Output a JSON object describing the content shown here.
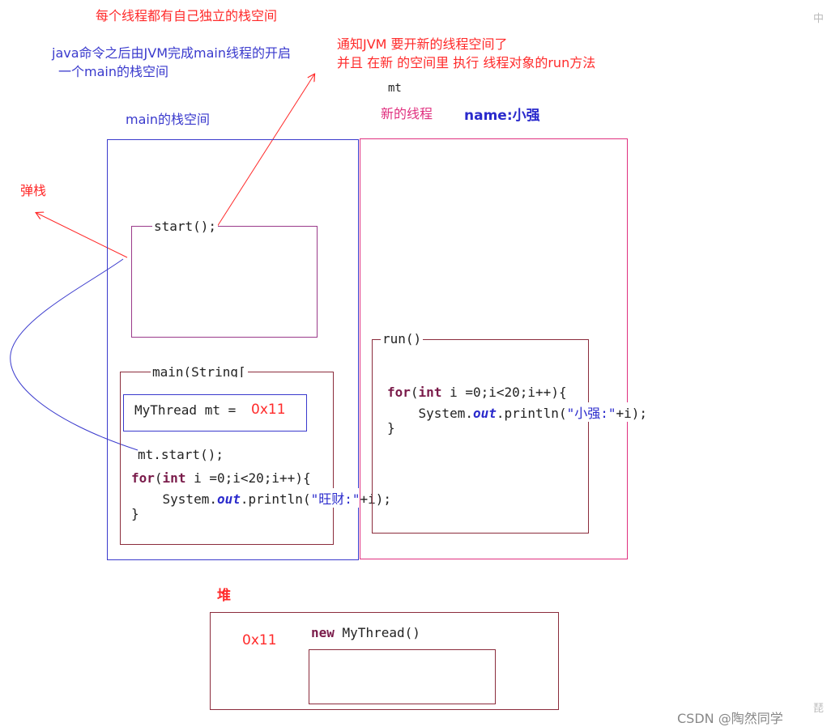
{
  "annotations": {
    "per_thread_stack": "每个线程都有自己独立的栈空间",
    "jvm_main_line1": "java命令之后由JVM完成main线程的开启",
    "jvm_main_line2": "一个main的栈空间",
    "notify_line1": "通知JVM 要开新的线程空间了",
    "notify_line2": "并且 在新 的空间里 执行 线程对象的run方法",
    "pop_stack": "弹栈"
  },
  "main_stack": {
    "title": "main的栈空间",
    "start_frame_label": "start();",
    "main_frame_label": "main(String[",
    "mythread_decl": "MyThread mt =",
    "mythread_addr": "0x11",
    "mt_start": "mt.start();",
    "loop_for": "for",
    "loop_int": "int",
    "loop_rest": " i =0;i<20;i++){",
    "print_pre": "    System.",
    "print_out": "out",
    "print_mid": ".println(",
    "print_str": "\"旺财:\"",
    "print_post": "+i);",
    "close_brace": "}"
  },
  "new_thread": {
    "var_label": "mt",
    "title": "新的线程",
    "name_label": "name:小强",
    "run_label": "run()",
    "loop_for": "for",
    "loop_int": "int",
    "loop_rest": " i =0;i<20;i++){",
    "print_pre": "    System.",
    "print_out": "out",
    "print_mid": ".println(",
    "print_str": "\"小强:\"",
    "print_post": "+i);",
    "close_brace": "}"
  },
  "heap": {
    "title": "堆",
    "addr": "0x11",
    "new_expr_kw": "new",
    "new_expr_rest": " MyThread()"
  },
  "watermark": {
    "text": "CSDN @陶然同学",
    "corner_top": "中",
    "corner_bottom": "琵"
  },
  "colors": {
    "red": "#ff2a2a",
    "blue": "#3a3acd",
    "pink": "#e0307f",
    "maroon": "#8b2c3c",
    "purple": "#9a3a8a"
  }
}
